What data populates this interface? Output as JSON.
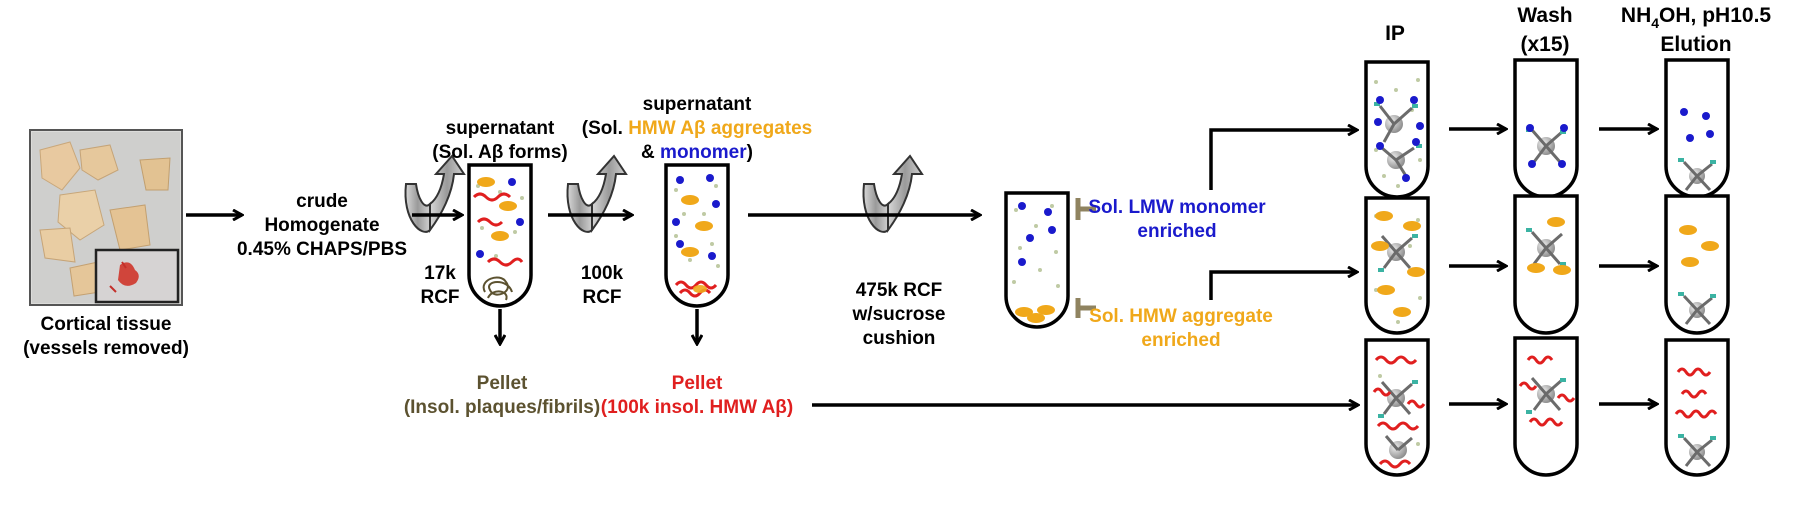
{
  "colors": {
    "black": "#000000",
    "blue": "#1a1acc",
    "orange": "#f0a81a",
    "red": "#e01f1f",
    "olive": "#5c5230",
    "gray": "#a7a7a7",
    "speck": "#bfcaa4",
    "teal": "#3bb3a3"
  },
  "tissue": {
    "label_line1": "Cortical tissue",
    "label_line2": "(vessels removed)"
  },
  "homogenate": {
    "line1": "crude",
    "line2": "Homogenate",
    "line3": "0.45% CHAPS/PBS"
  },
  "spin1": {
    "line1": "17k",
    "line2": "RCF"
  },
  "spin2": {
    "line1": "100k",
    "line2": "RCF"
  },
  "spin3": {
    "line1": "475k RCF",
    "line2": "w/sucrose",
    "line3": "cushion"
  },
  "supernatant1": {
    "line1": "supernatant",
    "line2": "(Sol. Aβ forms)"
  },
  "supernatant2": {
    "line1": "supernatant",
    "line2_prefix": "(Sol. ",
    "line2_highlight": "HMW Aβ aggregates",
    "line3_prefix": "& ",
    "line3_highlight": "monomer",
    "line3_suffix": ")"
  },
  "pellet1": {
    "line1": "Pellet",
    "line2": "(Insol. plaques/fibrils)"
  },
  "pellet2": {
    "line1": "Pellet",
    "line2": "(100k insol. HMW Aβ)"
  },
  "fractions": {
    "lmw_line1": "Sol. LMW monomer",
    "lmw_line2": "enriched",
    "hmw_line1": "Sol. HMW aggregate",
    "hmw_line2": "enriched"
  },
  "columns": {
    "ip": "IP",
    "wash_line1": "Wash",
    "wash_line2": "(x15)",
    "elution_line1_base": "NH",
    "elution_line1_sub": "4",
    "elution_line1_rest": "OH, pH10.5",
    "elution_line2": "Elution"
  }
}
